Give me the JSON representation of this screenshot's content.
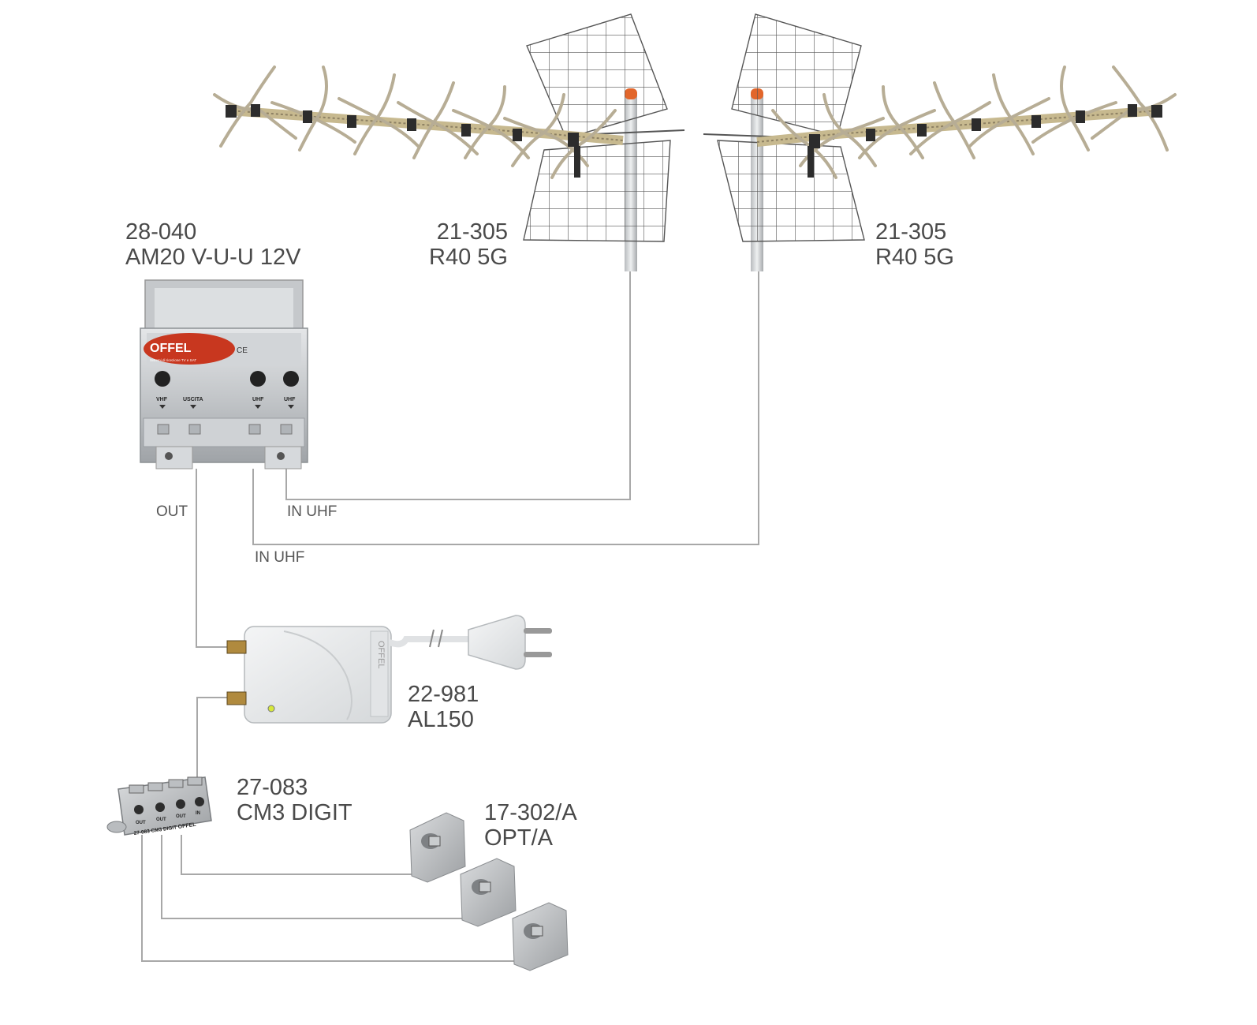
{
  "devices": {
    "antenna_left": {
      "code": "21-305",
      "model": "R40 5G"
    },
    "antenna_right": {
      "code": "21-305",
      "model": "R40 5G"
    },
    "amplifier": {
      "code": "28-040",
      "model": "AM20 V-U-U 12V",
      "brand": "OFFEL",
      "subtitle": "Sistemi di ricezione TV e SAT",
      "ce": "CE",
      "ports": [
        "VHF",
        "USCITA",
        "UHF",
        "UHF"
      ]
    },
    "power_supply": {
      "code": "22-981",
      "model": "AL150",
      "brand": "OFFEL"
    },
    "splitter": {
      "code": "27-083",
      "model": "CM3 DIGIT",
      "brand": "OFFEL",
      "print": "27-083 CM3 DIGIT",
      "ports": [
        "OUT",
        "OUT",
        "OUT",
        "IN"
      ]
    },
    "outlets": {
      "code": "17-302/A",
      "model": "OPT/A"
    }
  },
  "connections": {
    "out_label": "OUT",
    "in_uhf_1": "IN UHF",
    "in_uhf_2": "IN UHF"
  },
  "colors": {
    "wire": "#a8a8a8",
    "brand_red": "#c8371f",
    "label": "#4a4a4a"
  }
}
